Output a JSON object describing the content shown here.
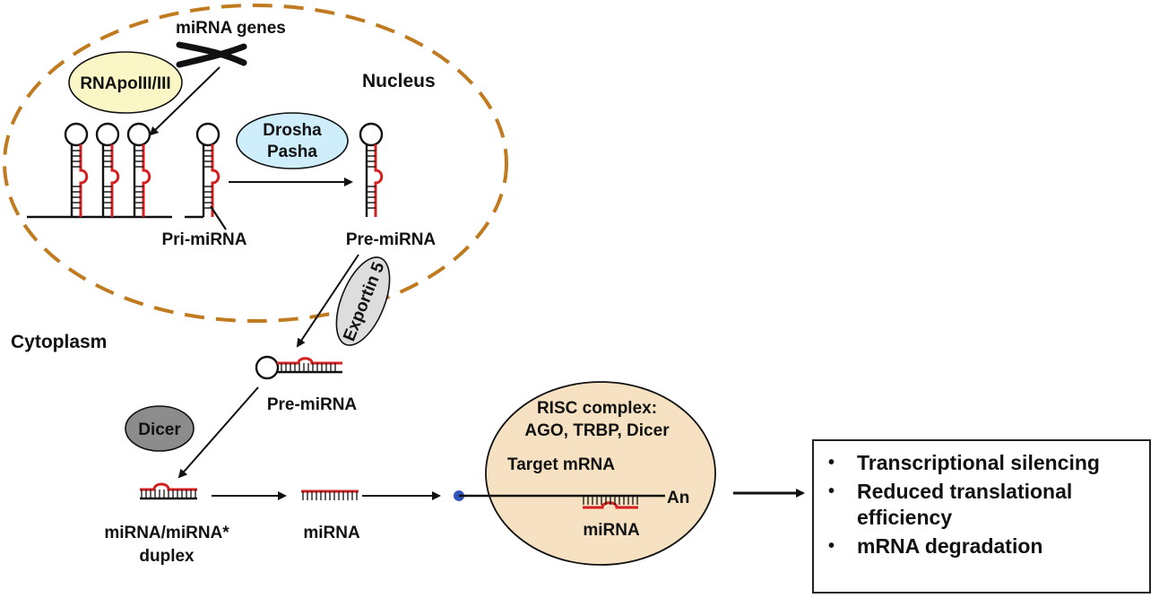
{
  "nucleus": {
    "title": "Nucleus",
    "genes_label": "miRNA genes",
    "polymerase_label": "RNApolII/III",
    "drosha_label_1": "Drosha",
    "drosha_label_2": "Pasha",
    "pri_label": "Pri-miRNA",
    "pre_label": "Pre-miRNA"
  },
  "exportin_label": "Exportin 5",
  "cytoplasm": {
    "title": "Cytoplasm",
    "pre_label": "Pre-miRNA",
    "dicer_label": "Dicer",
    "duplex_label_1": "miRNA/miRNA*",
    "duplex_label_2": "duplex",
    "mirna_label": "miRNA"
  },
  "risc": {
    "title_1": "RISC complex:",
    "title_2": "AGO, TRBP, Dicer",
    "target_label": "Target mRNA",
    "polya_label": "An",
    "mirna_label": "miRNA"
  },
  "outcomes": [
    "Transcriptional silencing",
    "Reduced translational efficiency",
    "mRNA degradation"
  ],
  "colors": {
    "nucleus_border": "#c07a1f",
    "polymerase_fill": "#fbf6c6",
    "drosha_fill": "#cdeefa",
    "exportin_fill": "#dddddd",
    "dicer_fill": "#8c8c8c",
    "risc_fill": "#f6e2c2",
    "mirna_strand": "#d42020",
    "cap_dot": "#3355bb"
  }
}
